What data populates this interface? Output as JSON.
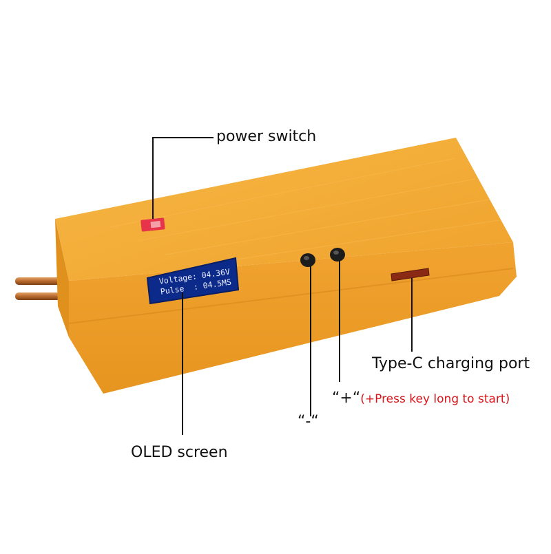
{
  "labels": {
    "power_switch": "power switch",
    "oled_screen": "OLED screen",
    "minus_key": "“-“",
    "plus_key": "“+“",
    "plus_key_note": "(+Press key long to start)",
    "type_c_port": "Type-C charging port"
  },
  "oled": {
    "line1": "Voltage: 04.36V",
    "line2": "Pulse  : 04.5MS"
  },
  "colors": {
    "body": "#f3a72f",
    "body_shade": "#e4951d",
    "screen": "#0c2a8a",
    "leader": "#111111",
    "note": "#d8141a",
    "switch": "#e8344a",
    "pins": "#c87a3a"
  }
}
